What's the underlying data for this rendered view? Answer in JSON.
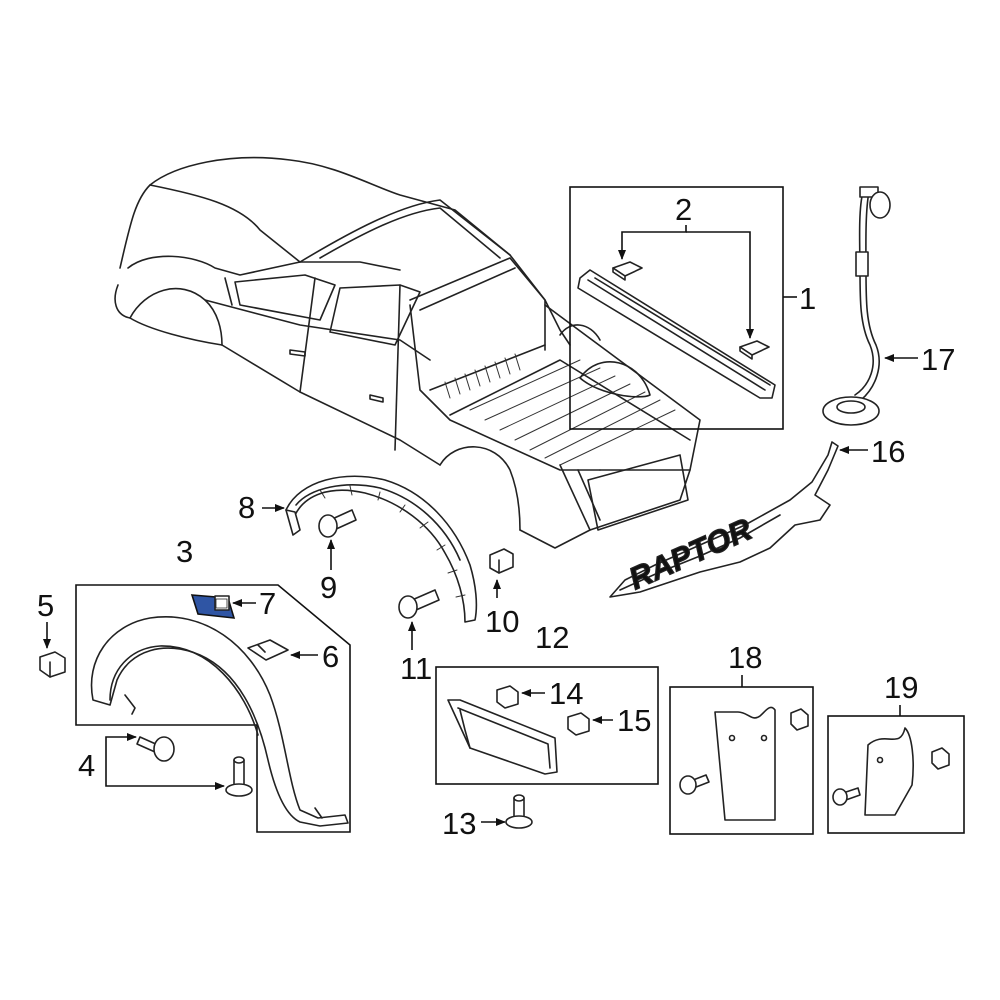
{
  "diagram": {
    "callouts": [
      {
        "id": "1",
        "label": "1"
      },
      {
        "id": "2",
        "label": "2"
      },
      {
        "id": "3",
        "label": "3"
      },
      {
        "id": "4",
        "label": "4"
      },
      {
        "id": "5",
        "label": "5"
      },
      {
        "id": "6",
        "label": "6"
      },
      {
        "id": "7",
        "label": "7"
      },
      {
        "id": "8",
        "label": "8"
      },
      {
        "id": "9",
        "label": "9"
      },
      {
        "id": "10",
        "label": "10"
      },
      {
        "id": "11",
        "label": "11"
      },
      {
        "id": "12",
        "label": "12"
      },
      {
        "id": "13",
        "label": "13"
      },
      {
        "id": "14",
        "label": "14"
      },
      {
        "id": "15",
        "label": "15"
      },
      {
        "id": "16",
        "label": "16"
      },
      {
        "id": "17",
        "label": "17"
      },
      {
        "id": "18",
        "label": "18"
      },
      {
        "id": "19",
        "label": "19"
      }
    ],
    "highlight_part": "7",
    "highlight_color": "#2f55a4",
    "decal_text": "RAPTOR"
  }
}
